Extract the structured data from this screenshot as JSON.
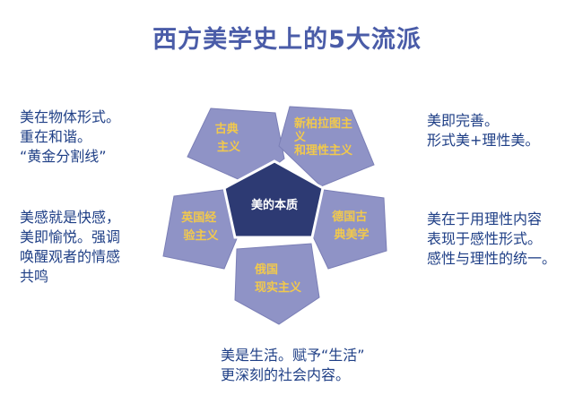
{
  "title": "西方美学史上的5大流派",
  "center_label": "美的本质",
  "schools": [
    {
      "id": "classical",
      "lines": [
        "古典",
        "主义"
      ]
    },
    {
      "id": "neoplatonism",
      "lines": [
        "新柏拉图主",
        "义",
        "和理性主义"
      ]
    },
    {
      "id": "german",
      "lines": [
        "德国古",
        "典美学"
      ]
    },
    {
      "id": "russian",
      "lines": [
        "俄国",
        "现实主义"
      ]
    },
    {
      "id": "british",
      "lines": [
        "英国经",
        "验主义"
      ]
    }
  ],
  "notes": {
    "top_left": [
      "美在物体形式。",
      "重在和谐。",
      "“黄金分割线”"
    ],
    "top_right": [
      "美即完善。",
      "形式美+理性美。"
    ],
    "mid_left": [
      "美感就是快感，",
      "美即愉悦。强调",
      "唤醒观者的情感",
      "共鸣"
    ],
    "mid_right": [
      "美在于用理性内容",
      "表现于感性形式。",
      "感性与理性的统一。"
    ],
    "bottom": [
      "美是生活。赋予“生活”",
      "更深刻的社会内容。"
    ]
  },
  "colors": {
    "title": "#4a5ca8",
    "notes": "#1f3f86",
    "petal": "#8f93c6",
    "center": "#2d3a73",
    "petal_text": "#f2c94c",
    "center_text": "#ffffff"
  }
}
